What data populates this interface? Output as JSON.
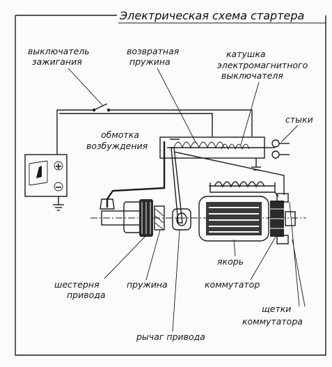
{
  "title": "Электрическая схема стартера",
  "labels": {
    "ignition_switch": [
      "выключатель",
      "зажигания"
    ],
    "return_spring": [
      "возвратная",
      "пружина"
    ],
    "solenoid_coil": [
      "катушка",
      "электромагнитного",
      "выключателя"
    ],
    "contacts": "стыки",
    "field_winding": [
      "обмотка",
      "возбуждения"
    ],
    "armature": "якорь",
    "drive_gear": [
      "шестерня",
      "привода"
    ],
    "spring": "пружина",
    "commutator": "коммутатор",
    "brushes": [
      "щетки",
      "коммутатора"
    ],
    "drive_lever": "рычаг привода"
  },
  "battery": {
    "plus": "+",
    "minus": "−"
  }
}
